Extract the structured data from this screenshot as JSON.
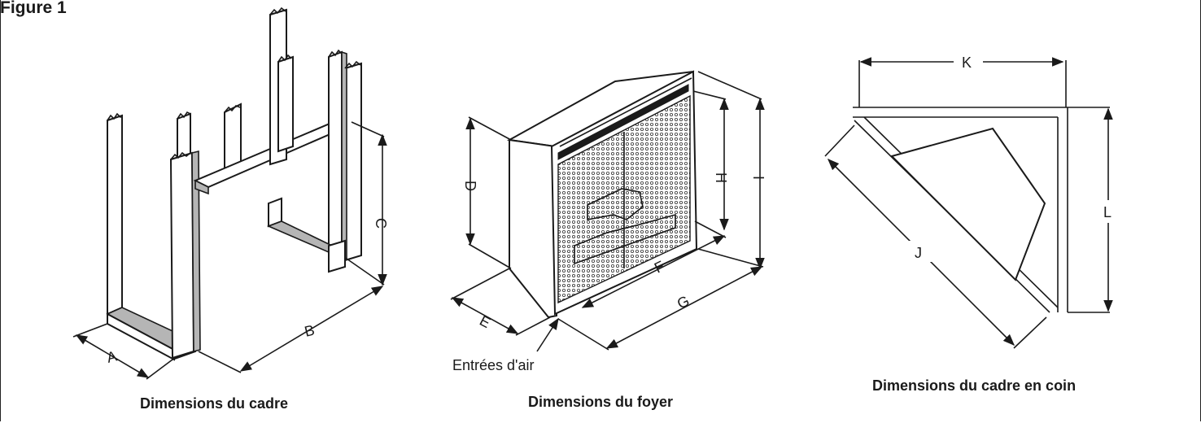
{
  "figure": {
    "title": "Figure 1",
    "annotation": "Entrées d'air"
  },
  "panels": [
    {
      "caption": "Dimensions du cadre",
      "labels": [
        "A",
        "B",
        "C"
      ]
    },
    {
      "caption": "Dimensions du foyer",
      "labels": [
        "D",
        "E",
        "F",
        "G",
        "H",
        "I"
      ]
    },
    {
      "caption": "Dimensions du cadre en coin",
      "labels": [
        "K",
        "J",
        "L"
      ]
    }
  ]
}
